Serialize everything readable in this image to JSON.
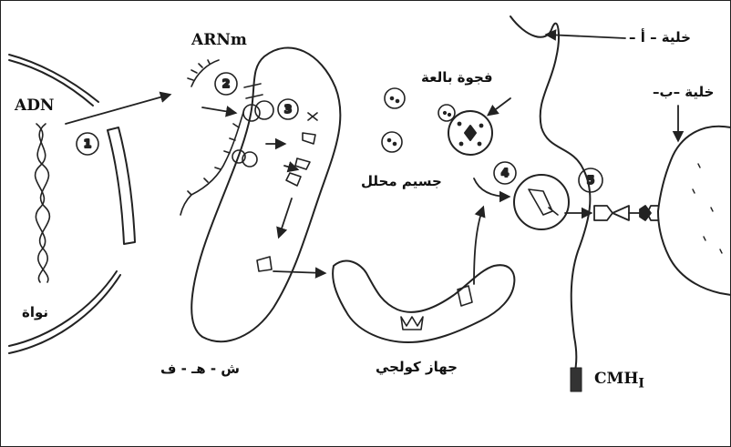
{
  "labels": {
    "adn": "ADN",
    "arnm": "ARNm",
    "noyau": "نواة",
    "rer": "ش - هـ - ف",
    "golgi": "جهاز كولجي",
    "lysosome": "جسيم محلل",
    "vacuole": "فجوة بالعة",
    "cell_a": "خلية – أ –",
    "cell_b": "خلية –ب–",
    "cmh": "CMH",
    "cmh_sub": "I"
  },
  "steps": [
    "1",
    "2",
    "3",
    "4",
    "5"
  ]
}
